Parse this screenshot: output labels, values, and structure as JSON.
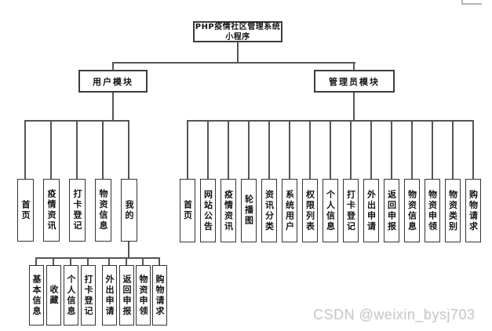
{
  "diagram": {
    "title": "PHP疫情社区管理系统小程序",
    "root": {
      "line1": "PHP疫情社区管理系统",
      "line2": "小程序"
    },
    "modules": [
      {
        "label": "用户模块",
        "children": [
          "首页",
          "疫情资讯",
          "打卡登记",
          "物资信息",
          "我的"
        ]
      },
      {
        "label": "管理员模块",
        "children": [
          "首页",
          "网站公告",
          "疫情资讯",
          "轮播图",
          "资讯分类",
          "系统用户",
          "权限列表",
          "个人信息",
          "打卡登记",
          "外出申请",
          "返回申报",
          "物资信息",
          "物资申领",
          "物资类别",
          "购物请求"
        ]
      }
    ],
    "my_submodule": {
      "parent": "我的",
      "children": [
        "基本信息",
        "收藏",
        "个人信息",
        "打卡登记",
        "外出申请",
        "返回申报",
        "物资申领",
        "购物请求"
      ]
    }
  },
  "watermark": {
    "text": "CSDN @weixin_bysj703"
  },
  "colors": {
    "background": "#ffffff",
    "line": "#555555",
    "box_border": "#3c3c3c",
    "text": "#141414",
    "watermark": "#c9c9c9"
  }
}
